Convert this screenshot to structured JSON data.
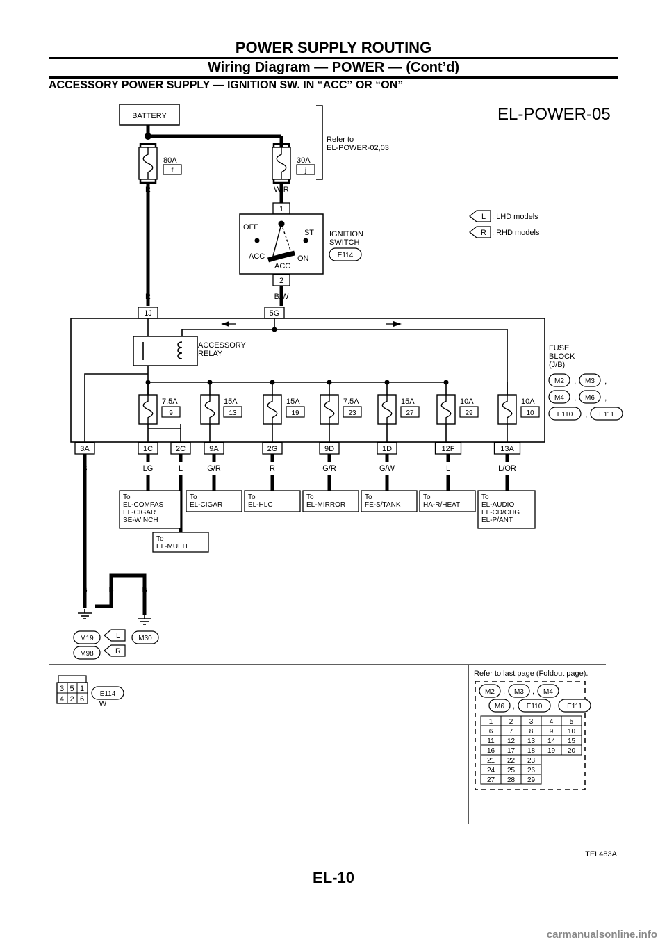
{
  "header": {
    "title": "POWER SUPPLY ROUTING",
    "subtitle": "Wiring Diagram — POWER — (Cont’d)",
    "section": "ACCESSORY POWER SUPPLY — IGNITION SW. IN “ACC” OR “ON”"
  },
  "diagram_id": "EL-POWER-05",
  "battery_label": "BATTERY",
  "refer_to": [
    "Refer to",
    "EL-POWER-02,03"
  ],
  "top_fuses": [
    {
      "amp": "80A",
      "id": "f",
      "wire": "R"
    },
    {
      "amp": "30A",
      "id": "j",
      "wire": "W/R"
    }
  ],
  "ignition": {
    "connector_top": "1",
    "connector_bottom": "2",
    "positions": [
      "OFF",
      "ST",
      "ACC",
      "ACC",
      "ON"
    ],
    "label": [
      "IGNITION",
      "SWITCH"
    ],
    "connector": "E114",
    "out_wire": "B/W"
  },
  "legend": [
    {
      "code": "L",
      "text": ": LHD models"
    },
    {
      "code": "R",
      "text": ": RHD models"
    }
  ],
  "fuse_block": {
    "label": [
      "FUSE",
      "BLOCK",
      "(J/B)"
    ],
    "connectors": [
      "M2",
      "M3",
      "M4",
      "M6",
      "E110",
      "E111"
    ],
    "in_left": {
      "terminal": "1J",
      "wire": "R"
    },
    "in_right": {
      "terminal": "5G",
      "wire": "B/W"
    },
    "relay_label": [
      "ACCESSORY",
      "RELAY"
    ],
    "fuses": [
      {
        "amp": "7.5A",
        "num": "9"
      },
      {
        "amp": "15A",
        "num": "13"
      },
      {
        "amp": "15A",
        "num": "19"
      },
      {
        "amp": "7.5A",
        "num": "23"
      },
      {
        "amp": "15A",
        "num": "27"
      },
      {
        "amp": "10A",
        "num": "29"
      },
      {
        "amp": "10A",
        "num": "10"
      }
    ],
    "outputs": [
      {
        "terminal": "3A",
        "wire": "B"
      },
      {
        "terminal": "1C",
        "wire": "LG"
      },
      {
        "terminal": "2C",
        "wire": "L"
      },
      {
        "terminal": "9A",
        "wire": "G/R"
      },
      {
        "terminal": "2G",
        "wire": "R"
      },
      {
        "terminal": "9D",
        "wire": "G/R"
      },
      {
        "terminal": "1D",
        "wire": "G/W"
      },
      {
        "terminal": "12F",
        "wire": "L"
      },
      {
        "terminal": "13A",
        "wire": "L/OR"
      }
    ]
  },
  "destinations": [
    [
      "To",
      "EL-COMPAS",
      "EL-CIGAR",
      "SE-WINCH"
    ],
    [
      "To",
      "EL-CIGAR"
    ],
    [
      "To",
      "EL-HLC"
    ],
    [
      "To",
      "EL-MIRROR"
    ],
    [
      "To",
      "FE-S/TANK"
    ],
    [
      "To",
      "HA-R/HEAT"
    ],
    [
      "To",
      "EL-AUDIO",
      "EL-CD/CHG",
      "EL-P/ANT"
    ]
  ],
  "multi_dest": [
    "To",
    "EL-MULTI"
  ],
  "ground": {
    "wires": [
      "B",
      "B",
      "B"
    ],
    "rows": [
      {
        "code": "M19",
        "sep": ":",
        "model": "L"
      },
      {
        "code": "M98",
        "sep": ":",
        "model": "R"
      }
    ],
    "right": "M30"
  },
  "connector_views": {
    "e114_pins": [
      "3",
      "5",
      "1",
      "4",
      "2",
      "6"
    ],
    "e114_code": "E114",
    "e114_color": "W",
    "refer_foldout": "Refer to last page (Foldout page).",
    "group_codes": [
      "M2",
      "M3",
      "M4",
      "M6",
      "E110",
      "E111"
    ],
    "separators": [
      ",",
      ",",
      ",",
      ","
    ],
    "grid_rows": [
      [
        "1",
        "2",
        "3",
        "4",
        "5"
      ],
      [
        "6",
        "7",
        "8",
        "9",
        "10"
      ],
      [
        "11",
        "12",
        "13",
        "14",
        "15"
      ],
      [
        "16",
        "17",
        "18",
        "19",
        "20"
      ],
      [
        "21",
        "22",
        "23"
      ],
      [
        "24",
        "25",
        "26"
      ],
      [
        "27",
        "28",
        "29"
      ]
    ]
  },
  "figure_code": "TEL483A",
  "page_number": "EL-10",
  "watermark": "carmanualsonline.info"
}
